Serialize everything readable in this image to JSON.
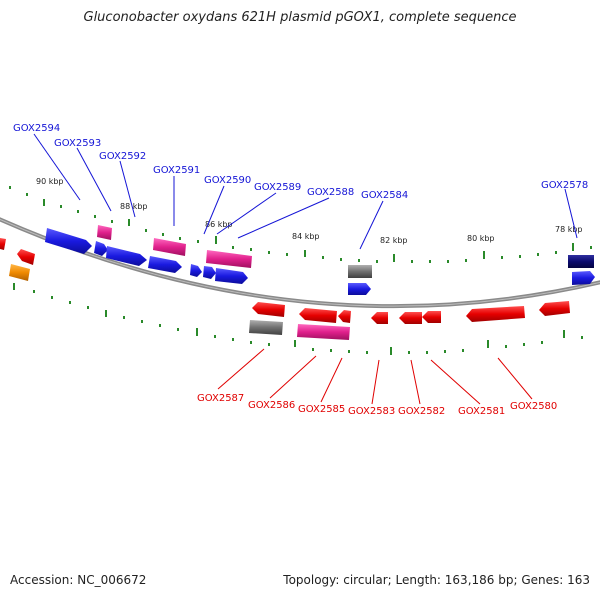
{
  "title": "Gluconobacter oxydans 621H plasmid pGOX1, complete sequence",
  "footer": {
    "accession": "Accession: NC_006672",
    "stats": "Topology: circular; Length: 163,186 bp; Genes: 163"
  },
  "kbp_labels": [
    "90 kbp",
    "88 kbp",
    "86 kbp",
    "84 kbp",
    "82 kbp",
    "80 kbp",
    "78 kbp"
  ],
  "gene_labels_top": [
    "GOX2594",
    "GOX2593",
    "GOX2592",
    "GOX2591",
    "GOX2590",
    "GOX2589",
    "GOX2588",
    "GOX2584",
    "GOX2578"
  ],
  "gene_labels_bottom": [
    "GOX2587",
    "GOX2586",
    "GOX2585",
    "GOX2583",
    "GOX2582",
    "GOX2581",
    "GOX2580"
  ],
  "colors": {
    "forward": "#1a1ae0",
    "pink": "#e0208c",
    "reverse": "#e60000",
    "gray": "#707070",
    "navy": "#0a0a6e",
    "orange": "#f08a00",
    "tick": "#2a8a2a",
    "backbone": "#7a7a7a"
  }
}
